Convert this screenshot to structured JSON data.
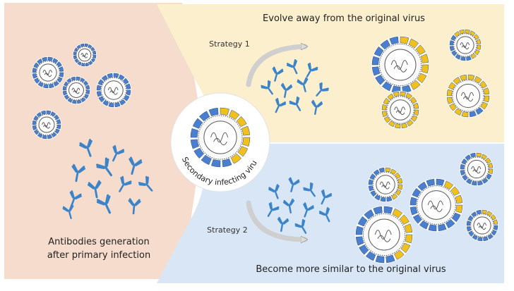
{
  "left_panel": {
    "caption_line1": "Antibodies generation",
    "caption_line2": "after primary infection"
  },
  "center": {
    "label": "Secondary infecting virus"
  },
  "top_panel": {
    "title": "Evolve away from the original virus",
    "strategy_label": "Strategy 1"
  },
  "bottom_panel": {
    "title": "Become more similar to the original virus",
    "strategy_label": "Strategy 2"
  },
  "colors": {
    "left_bg": "#f6dccd",
    "top_bg": "#fbefcd",
    "bottom_bg": "#d8e6f6",
    "blue": "#4a7fd0",
    "yellow": "#f2c01c",
    "antibody": "#3b84c9",
    "outline": "#5a5a5a"
  }
}
